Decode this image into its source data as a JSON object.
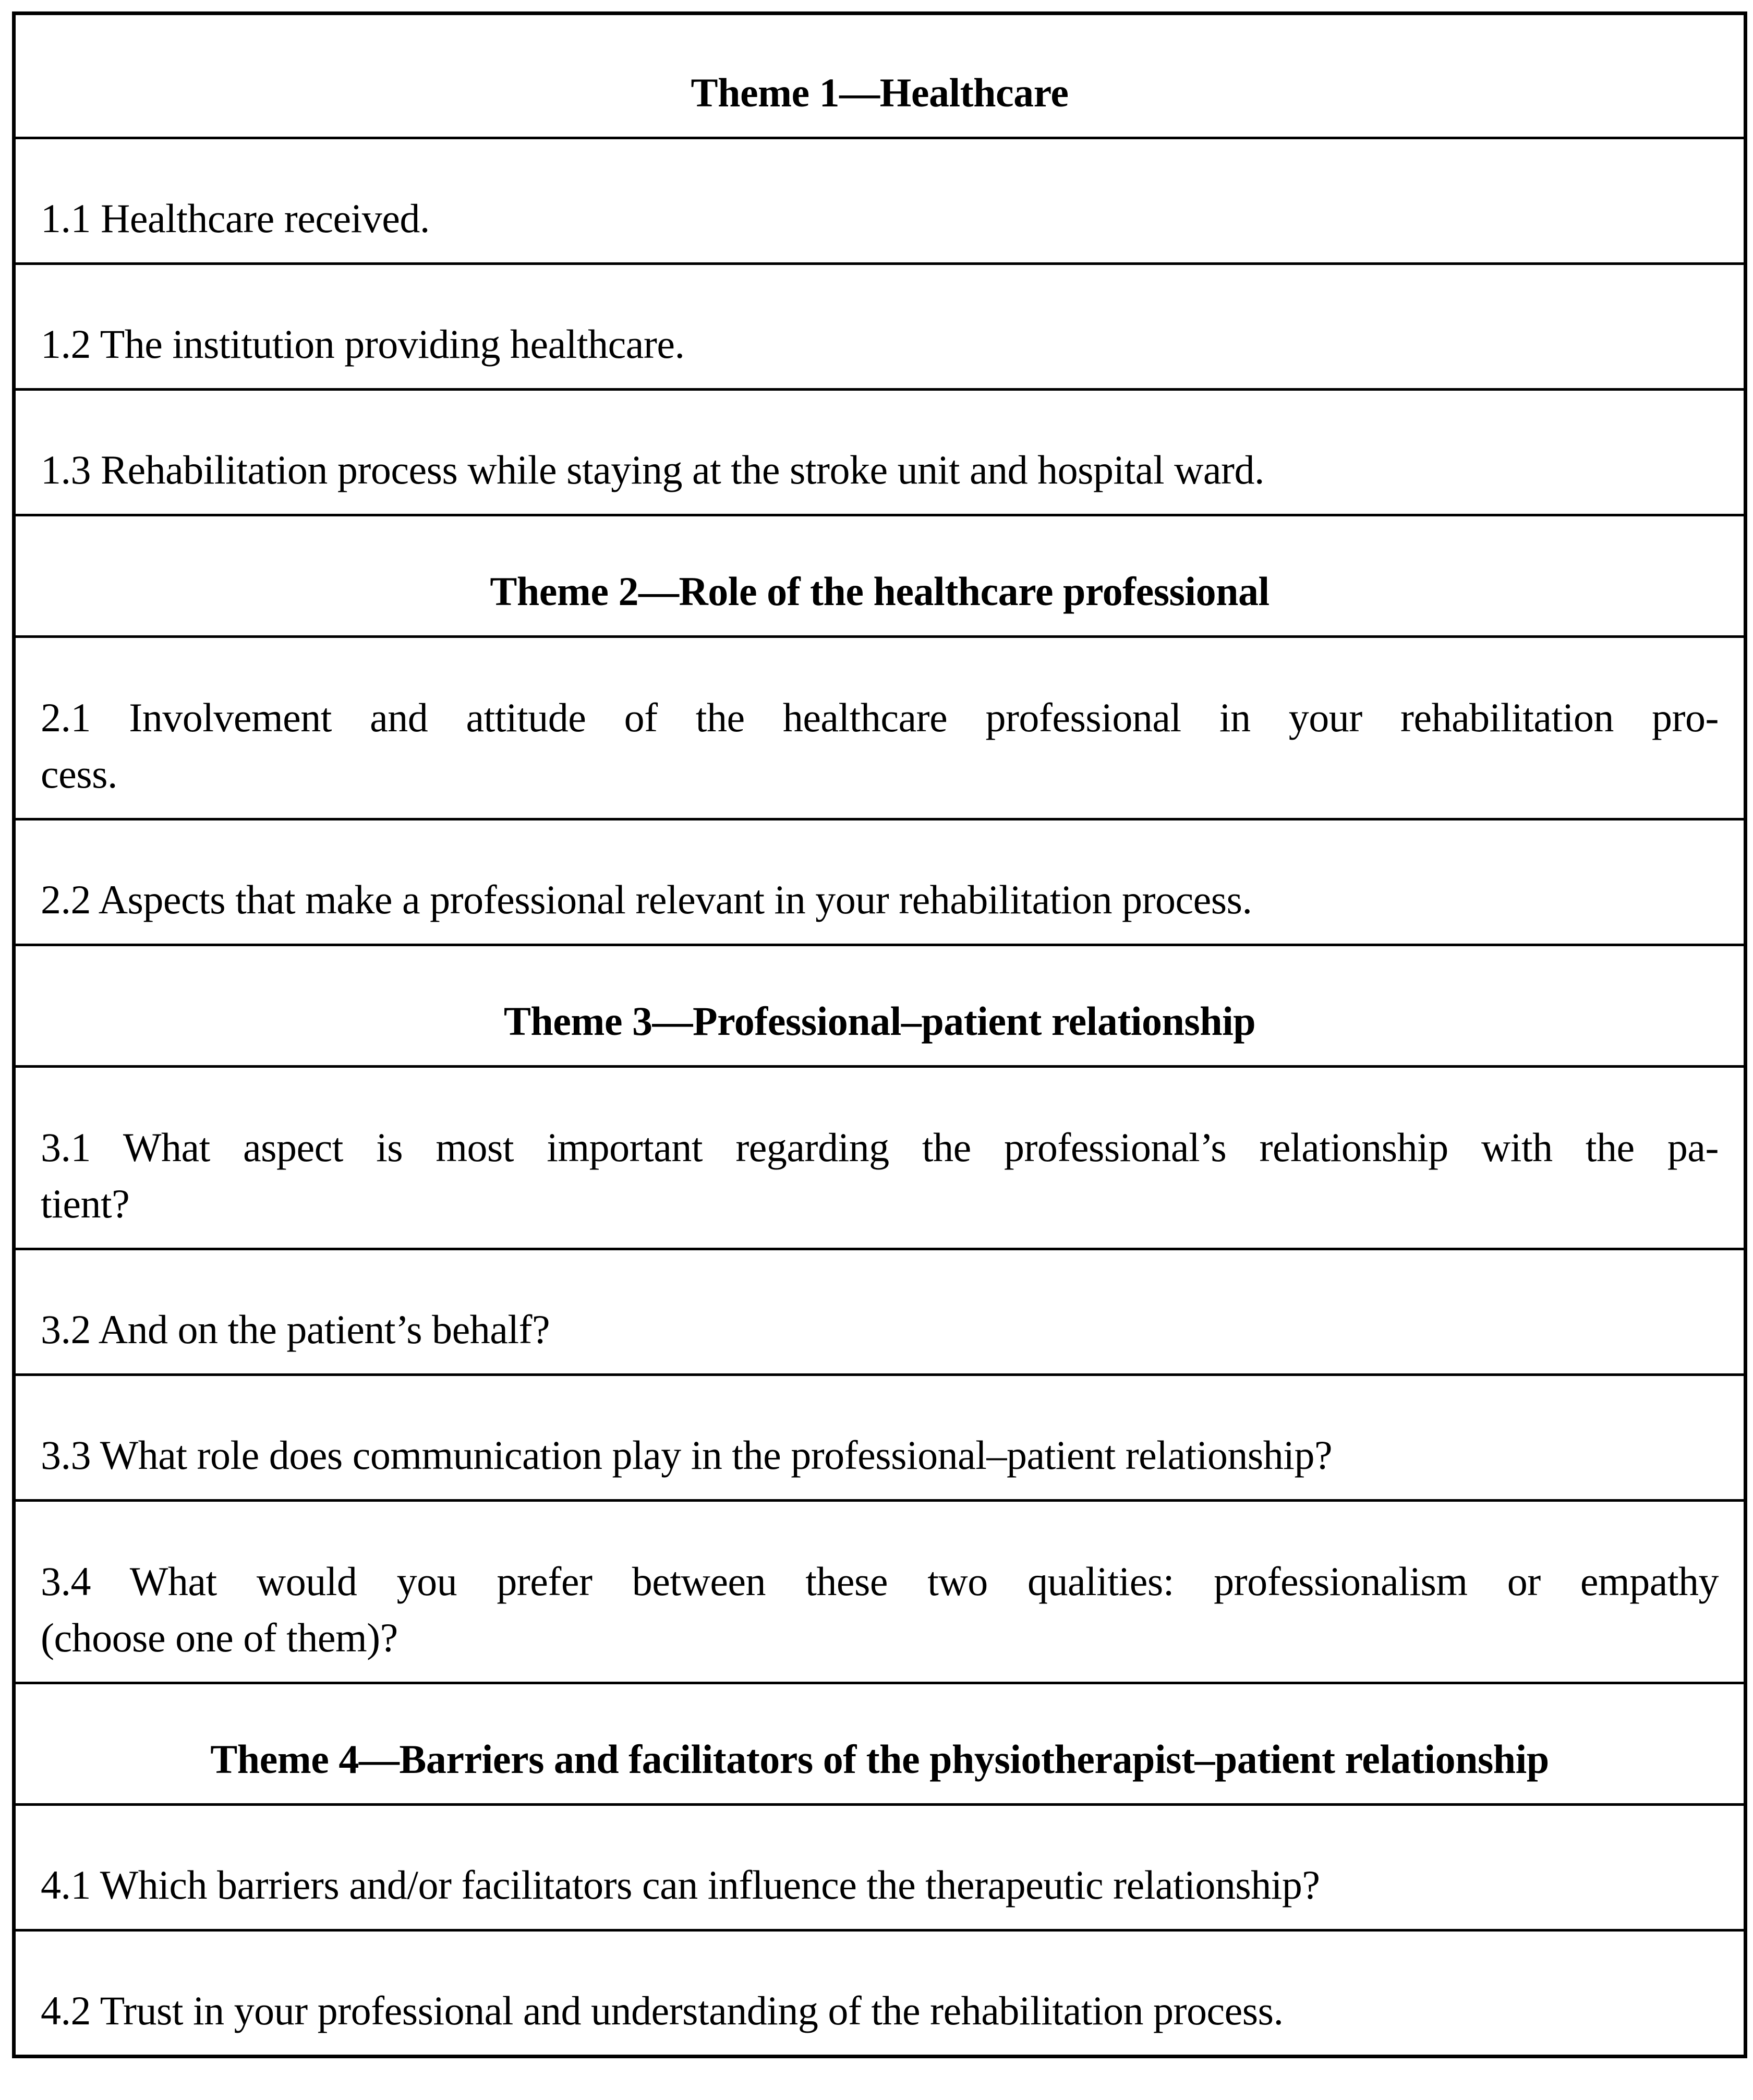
{
  "colors": {
    "background": "#ffffff",
    "text": "#000000",
    "border": "#000000"
  },
  "table": {
    "rows": [
      {
        "type": "theme",
        "text": "Theme 1—Healthcare"
      },
      {
        "type": "question",
        "lines": [
          "1.1 Healthcare received."
        ]
      },
      {
        "type": "question",
        "lines": [
          "1.2 The institution providing healthcare."
        ]
      },
      {
        "type": "question",
        "lines": [
          "1.3 Rehabilitation process while staying at the stroke unit and hospital ward."
        ]
      },
      {
        "type": "theme",
        "text": "Theme 2—Role of the healthcare professional"
      },
      {
        "type": "question",
        "lines": [
          "2.1 Involvement and attitude of the healthcare professional in your rehabilitation pro-",
          "cess."
        ]
      },
      {
        "type": "question",
        "lines": [
          "2.2 Aspects that make a professional relevant in your rehabilitation process."
        ]
      },
      {
        "type": "theme",
        "text": "Theme 3—Professional–patient relationship"
      },
      {
        "type": "question",
        "lines": [
          "3.1 What aspect is most important regarding the professional’s relationship with the pa-",
          "tient?"
        ]
      },
      {
        "type": "question",
        "lines": [
          "3.2 And on the patient’s behalf?"
        ]
      },
      {
        "type": "question",
        "lines": [
          "3.3 What role does communication play in the professional–patient relationship?"
        ]
      },
      {
        "type": "question",
        "lines": [
          "3.4 What would you prefer between these two qualities: professionalism or empathy",
          "(choose one of them)?"
        ]
      },
      {
        "type": "theme",
        "text": "Theme 4—Barriers and facilitators of the physiotherapist–patient relationship"
      },
      {
        "type": "question",
        "lines": [
          "4.1 Which barriers and/or facilitators can influence the therapeutic relationship?"
        ]
      },
      {
        "type": "question",
        "lines": [
          "4.2 Trust in your professional and understanding of the rehabilitation process."
        ]
      }
    ]
  }
}
